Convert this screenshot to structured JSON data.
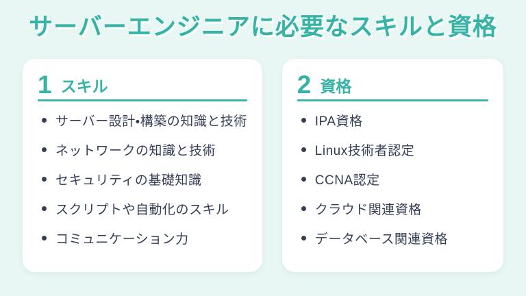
{
  "page": {
    "title": "サーバーエンジニアに必要なスキルと資格"
  },
  "colors": {
    "background": "#e8f6f4",
    "card_background": "#ffffff",
    "accent_teal": "#36b3a5",
    "underline_teal": "#3ab5a8",
    "body_text": "#333e55"
  },
  "sections": [
    {
      "number": "1",
      "heading": "スキル",
      "items": [
        "サーバー設計・構築の知識と技術",
        "ネットワークの知識と技術",
        "セキュリティの基礎知識",
        "スクリプトや自動化のスキル",
        "コミュニケーション力"
      ]
    },
    {
      "number": "2",
      "heading": "資格",
      "items": [
        "IPA資格",
        "Linux技術者認定",
        "CCNA認定",
        "クラウド関連資格",
        "データベース関連資格"
      ]
    }
  ]
}
